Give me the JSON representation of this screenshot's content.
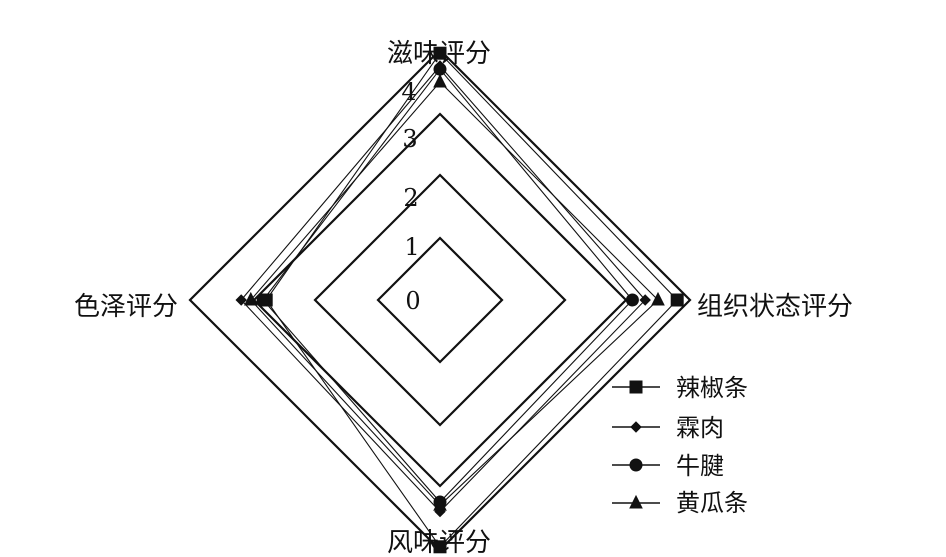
{
  "chart_data": {
    "type": "radar",
    "axes": [
      "滋味评分",
      "组织状态评分",
      "风味评分",
      "色泽评分"
    ],
    "rlim": [
      0,
      4
    ],
    "ticks": [
      "0",
      "1",
      "2",
      "3",
      "4"
    ],
    "grid": true,
    "legend_position": "bottom-right",
    "series": [
      {
        "name": "辣椒条",
        "marker": "square",
        "values": [
          3.95,
          3.8,
          3.95,
          2.8
        ]
      },
      {
        "name": "霖肉",
        "marker": "diamond",
        "values": [
          3.75,
          3.3,
          3.4,
          3.2
        ]
      },
      {
        "name": "牛腱",
        "marker": "circle",
        "values": [
          3.7,
          3.1,
          3.25,
          2.85
        ]
      },
      {
        "name": "黄瓜条",
        "marker": "triangle",
        "values": [
          3.5,
          3.5,
          3.3,
          3.05
        ]
      }
    ],
    "colors": {
      "line": "#111111",
      "background": "#ffffff"
    }
  }
}
